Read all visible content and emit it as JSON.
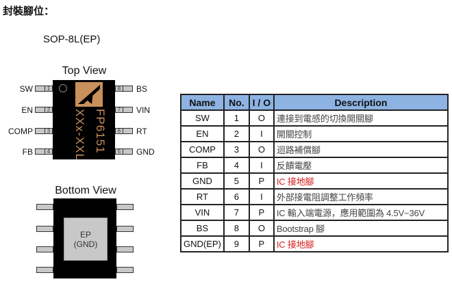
{
  "section_title": "封裝腳位：",
  "package": "SOP-8L(EP)",
  "top_view": {
    "label": "Top View",
    "marking_line1": "FP6151",
    "marking_line2": "XXx-XXL",
    "left_pins": [
      {
        "name": "SW",
        "no": "1"
      },
      {
        "name": "EN",
        "no": "2"
      },
      {
        "name": "COMP",
        "no": "3"
      },
      {
        "name": "FB",
        "no": "4"
      }
    ],
    "right_pins": [
      {
        "name": "BS",
        "no": "8"
      },
      {
        "name": "VIN",
        "no": "7"
      },
      {
        "name": "RT",
        "no": "6"
      },
      {
        "name": "GND",
        "no": "5"
      }
    ]
  },
  "bottom_view": {
    "label": "Bottom View",
    "ep_line1": "EP",
    "ep_line2": "(GND)"
  },
  "table": {
    "headers": [
      "Name",
      "No.",
      "I / O",
      "Description"
    ],
    "rows": [
      {
        "name": "SW",
        "no": "1",
        "io": "O",
        "desc": "連接到電感的切換開關腳"
      },
      {
        "name": "EN",
        "no": "2",
        "io": "I",
        "desc": "開關控制"
      },
      {
        "name": "COMP",
        "no": "3",
        "io": "O",
        "desc": "迴路補償腳"
      },
      {
        "name": "FB",
        "no": "4",
        "io": "I",
        "desc": "反饋電壓"
      },
      {
        "name": "GND",
        "no": "5",
        "io": "P",
        "desc": "IC 接地腳"
      },
      {
        "name": "RT",
        "no": "6",
        "io": "I",
        "desc": "外部接電阻調整工作頻率"
      },
      {
        "name": "VIN",
        "no": "7",
        "io": "P",
        "desc": "IC 輸入端電源，應用範圍為 4.5V~36V"
      },
      {
        "name": "BS",
        "no": "8",
        "io": "O",
        "desc": "Bootstrap 腳"
      },
      {
        "name": "GND(EP)",
        "no": "9",
        "io": "P",
        "desc": "IC 接地腳"
      }
    ]
  },
  "colors": {
    "header_bg": "#8db3e2",
    "ground_text": "#d42020",
    "marking": "#c8905a"
  }
}
